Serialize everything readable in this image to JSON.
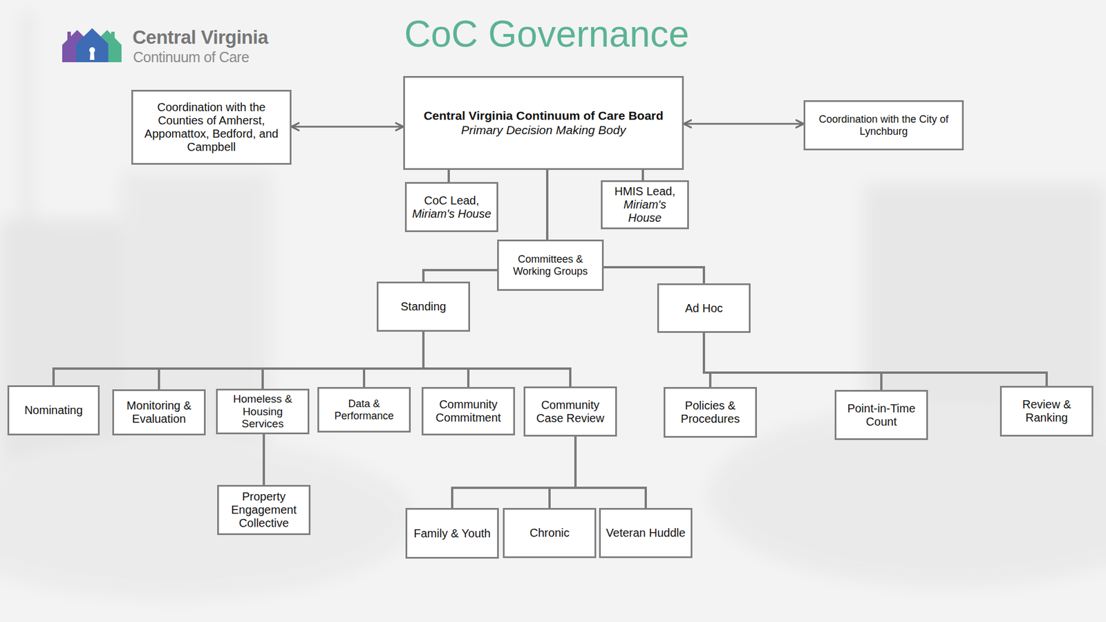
{
  "diagram": {
    "title": "CoC Governance",
    "nodes": [
      {
        "text": [
          "Coordination with the Counties of Amherst, Appomattox, Bedford, and Campbell"
        ]
      },
      {
        "text": [
          "Central Virginia Continuum of Care Board",
          "Primary Decision Making Body"
        ]
      },
      {
        "text": [
          "Coordination with the City of Lynchburg"
        ]
      },
      {
        "text": [
          "CoC Lead,",
          "Miriam's House"
        ]
      },
      {
        "text": [
          "HMIS Lead,",
          "Miriam's House"
        ]
      },
      {
        "text": [
          "Committees & Working Groups"
        ]
      },
      {
        "text": [
          "Standing"
        ]
      },
      {
        "text": [
          "Ad Hoc"
        ]
      },
      {
        "text": [
          "Nominating"
        ]
      },
      {
        "text": [
          "Monitoring & Evaluation"
        ]
      },
      {
        "text": [
          "Homeless & Housing Services"
        ]
      },
      {
        "text": [
          "Data & Performance"
        ]
      },
      {
        "text": [
          "Community Commitment"
        ]
      },
      {
        "text": [
          "Community Case Review"
        ]
      },
      {
        "text": [
          "Policies & Procedures"
        ]
      },
      {
        "text": [
          "Point-in-Time Count"
        ]
      },
      {
        "text": [
          "Review & Ranking"
        ]
      },
      {
        "text": [
          "Property Engagement Collective"
        ]
      },
      {
        "text": [
          "Family & Youth"
        ]
      },
      {
        "text": [
          "Chronic"
        ]
      },
      {
        "text": [
          "Veteran Huddle"
        ]
      }
    ],
    "edges": [
      {
        "from": 0,
        "to": 1,
        "arrow": "both"
      },
      {
        "from": 1,
        "to": 2,
        "arrow": "both"
      },
      {
        "from": 1,
        "to": 3,
        "arrow": "none"
      },
      {
        "from": 1,
        "to": 4,
        "arrow": "none"
      },
      {
        "from": 1,
        "to": 5,
        "arrow": "none"
      },
      {
        "from": 5,
        "to": 6,
        "arrow": "none"
      },
      {
        "from": 5,
        "to": 7,
        "arrow": "none"
      },
      {
        "from": 6,
        "to": 8,
        "arrow": "none"
      },
      {
        "from": 6,
        "to": 9,
        "arrow": "none"
      },
      {
        "from": 6,
        "to": 10,
        "arrow": "none"
      },
      {
        "from": 6,
        "to": 11,
        "arrow": "none"
      },
      {
        "from": 6,
        "to": 12,
        "arrow": "none"
      },
      {
        "from": 6,
        "to": 13,
        "arrow": "none"
      },
      {
        "from": 7,
        "to": 14,
        "arrow": "none"
      },
      {
        "from": 7,
        "to": 15,
        "arrow": "none"
      },
      {
        "from": 7,
        "to": 16,
        "arrow": "none"
      },
      {
        "from": 10,
        "to": 17,
        "arrow": "none"
      },
      {
        "from": 13,
        "to": 18,
        "arrow": "none"
      },
      {
        "from": 13,
        "to": 19,
        "arrow": "none"
      },
      {
        "from": 13,
        "to": 20,
        "arrow": "none"
      }
    ],
    "labels": [
      "Central Virginia",
      "Continuum of Care"
    ]
  }
}
